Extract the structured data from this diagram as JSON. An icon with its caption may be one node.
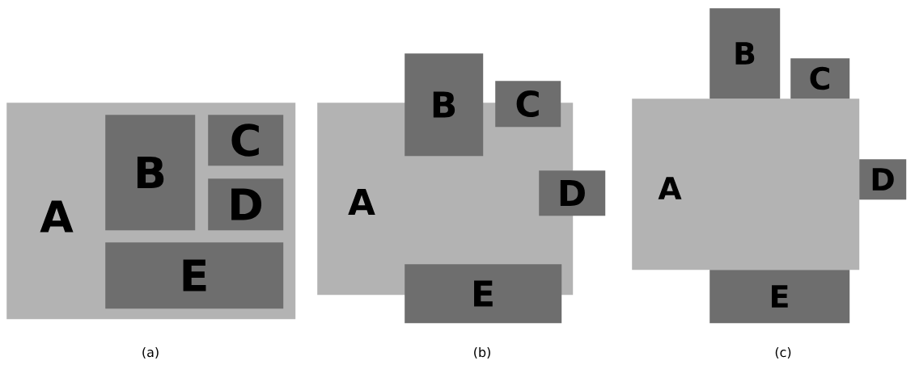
{
  "diagram": {
    "nodes": [
      {
        "text": [
          "A"
        ]
      },
      {
        "text": [
          "B"
        ],
        "in": 0
      },
      {
        "text": [
          "C"
        ],
        "in": 0
      },
      {
        "text": [
          "D"
        ],
        "in": 0
      },
      {
        "text": [
          "E"
        ],
        "in": 0
      },
      {
        "text": [
          "A"
        ]
      },
      {
        "text": [
          "B"
        ]
      },
      {
        "text": [
          "C"
        ]
      },
      {
        "text": [
          "D"
        ]
      },
      {
        "text": [
          "E"
        ]
      },
      {
        "text": [
          "A"
        ]
      },
      {
        "text": [
          "B"
        ]
      },
      {
        "text": [
          "C"
        ]
      },
      {
        "text": [
          "D"
        ]
      },
      {
        "text": [
          "E"
        ]
      }
    ],
    "labels": [
      "(a)",
      "(b)",
      "(c)"
    ]
  }
}
